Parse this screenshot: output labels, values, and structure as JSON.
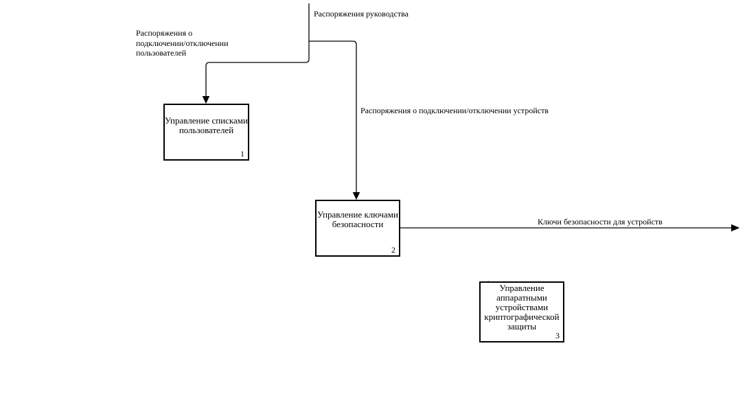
{
  "diagram": {
    "background_color": "#ffffff",
    "line_color": "#000000",
    "boxes": [
      {
        "label": "Управление списками\nпользователей",
        "number": "1"
      },
      {
        "label": "Управление ключами\nбезопасности",
        "number": "2"
      },
      {
        "label": "Управление\nаппаратными\nустройствами\nкриптографической\nзащиты",
        "number": "3"
      }
    ],
    "arrows": [
      {
        "name": "top-control",
        "label": "Распоряжения руководства"
      },
      {
        "name": "left-control",
        "label": "Распоряжения о\nподключении/отключении\nпользователей"
      },
      {
        "name": "device-control",
        "label": "Распоряжения о подключении/отключении устройств"
      },
      {
        "name": "output",
        "label": "Ключи безопасности для устройств"
      }
    ]
  }
}
